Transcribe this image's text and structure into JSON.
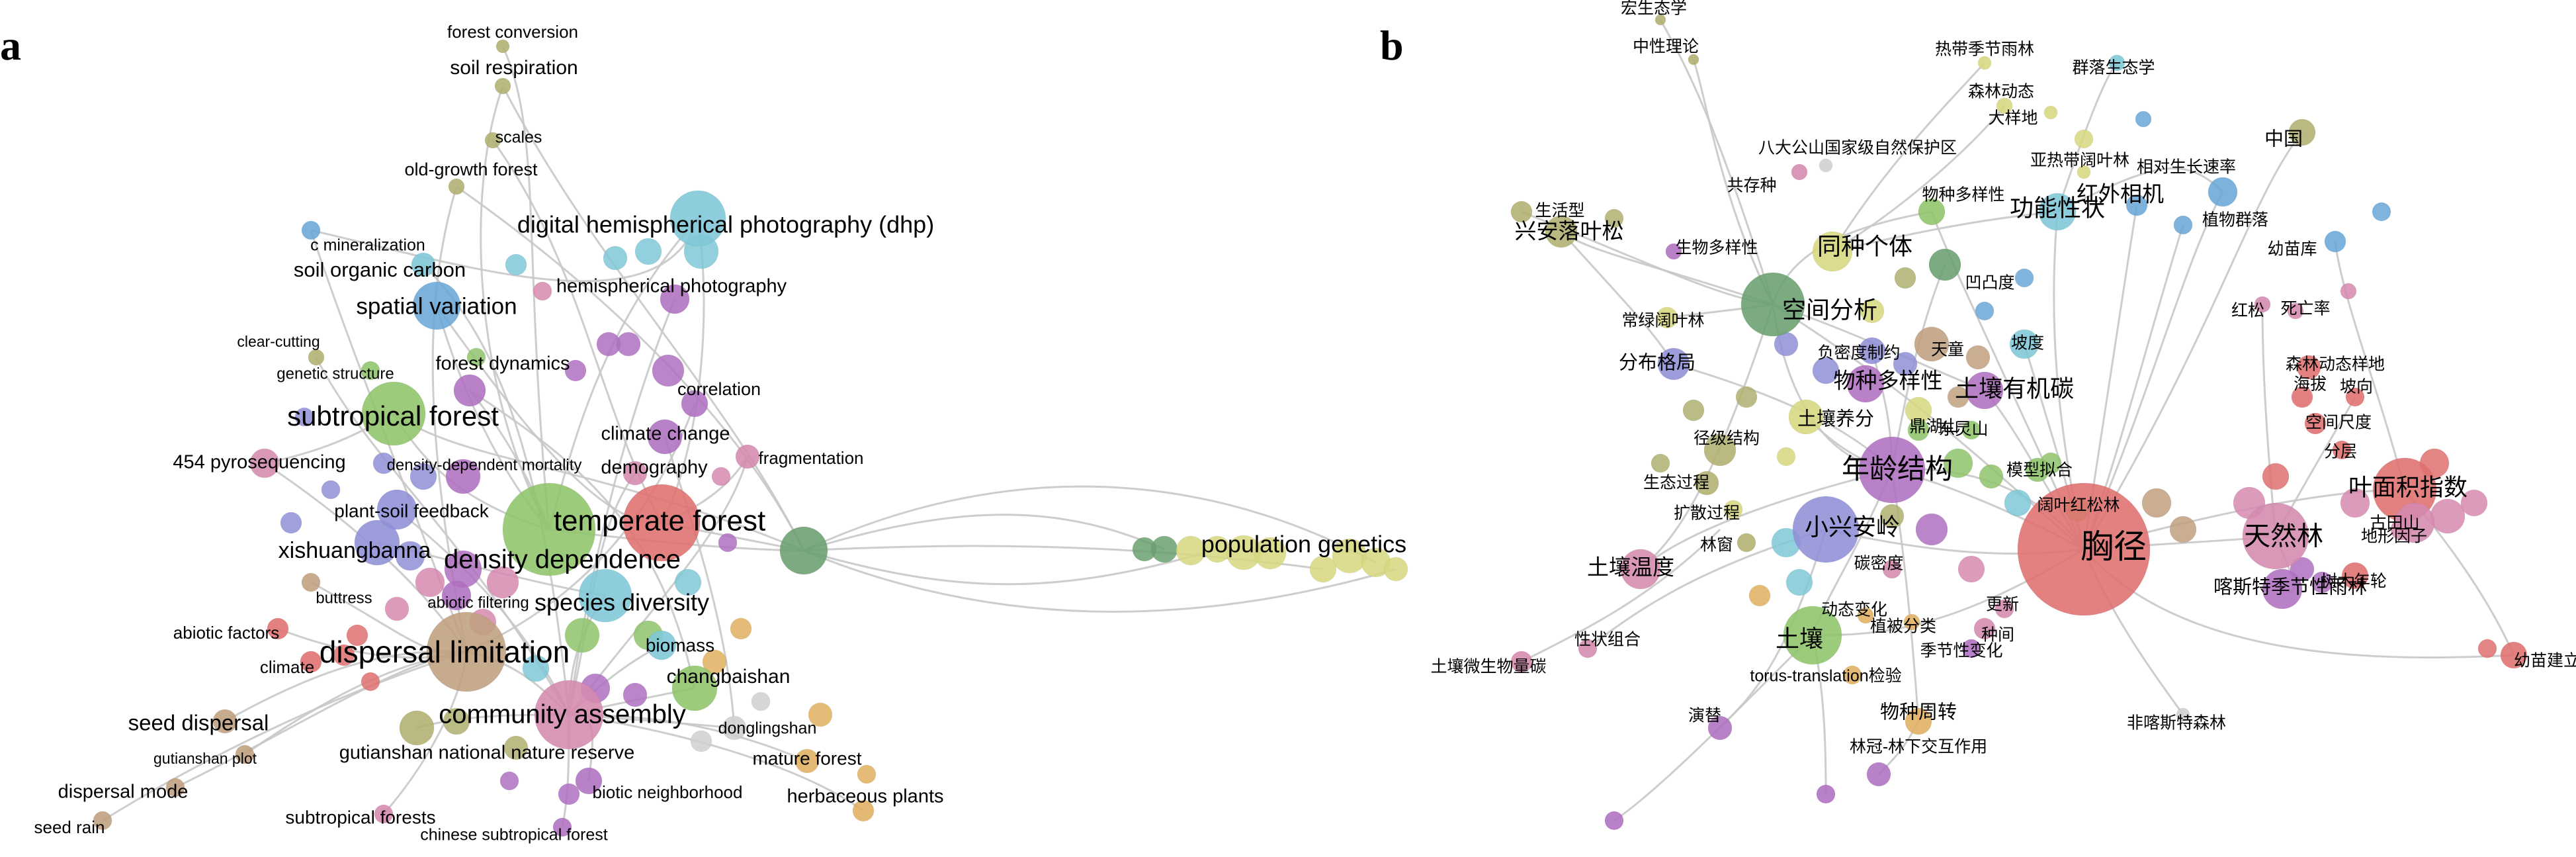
{
  "panels": [
    {
      "label": "a"
    },
    {
      "label": "b"
    }
  ],
  "colors": {
    "green": "#8fc46b",
    "blue": "#6aa8d8",
    "red": "#e07070",
    "purple": "#b070c0",
    "pink": "#d68ab0",
    "olive": "#b0b070",
    "cyan": "#7fc8d8",
    "yellow": "#d8d880",
    "orange": "#e0b060",
    "brown": "#c0a080",
    "lavender": "#9090d8",
    "gray": "#d0d0d0",
    "darkgreen": "#6aa070",
    "edge": "#c8c8c8"
  },
  "network_a": {
    "labels": [
      "forest conversion",
      "soil respiration",
      "scales",
      "old-growth forest",
      "digital hemispherical photography (dhp)",
      "c mineralization",
      "soil organic carbon",
      "hemispherical photography",
      "spatial variation",
      "clear-cutting",
      "forest dynamics",
      "genetic structure",
      "correlation",
      "subtropical forest",
      "climate change",
      "fragmentation",
      "454 pyrosequencing",
      "density-dependent mortality",
      "demography",
      "plant-soil feedback",
      "temperate forest",
      "population genetics",
      "xishuangbanna",
      "density dependence",
      "buttress",
      "abiotic filtering",
      "species diversity",
      "abiotic factors",
      "biomass",
      "dispersal limitation",
      "climate",
      "changbaishan",
      "community assembly",
      "seed dispersal",
      "donglingshan",
      "gutianshan plot",
      "gutianshan national nature reserve",
      "mature forest",
      "dispersal mode",
      "biotic neighborhood",
      "herbaceous plants",
      "subtropical forests",
      "seed rain",
      "chinese subtropical forest"
    ]
  },
  "network_b": {
    "labels": [
      "宏生态学",
      "中性理论",
      "热带季节雨林",
      "群落生态学",
      "森林动态",
      "大样地",
      "八大公山国家级自然保护区",
      "亚热带阔叶林",
      "中国",
      "共存种",
      "相对生长速率",
      "物种多样性",
      "功能性状",
      "红外相机",
      "植物群落",
      "生活型",
      "兴安落叶松",
      "生物多样性",
      "同种个体",
      "凹凸度",
      "幼苗库",
      "红松",
      "死亡率",
      "常绿阔叶林",
      "空间分析",
      "负密度制约",
      "天童",
      "坡度",
      "森林动态样地",
      "分布格局",
      "物种多样性",
      "土壤有机碳",
      "海拔",
      "坡向",
      "空间尺度",
      "土壤养分",
      "分层",
      "鼎湖山",
      "东灵山",
      "径级结构",
      "年龄结构",
      "模型拟合",
      "生态过程",
      "叶面积指数",
      "扩散过程",
      "古田山",
      "林窗",
      "阔叶红松林",
      "小兴安岭",
      "天然林",
      "地形因子",
      "胸径",
      "碳密度",
      "土壤温度",
      "喀斯特季节性雨林",
      "树木年轮",
      "土壤",
      "更新",
      "动态变化",
      "植被分类",
      "种间",
      "性状组合",
      "季节性变化",
      "土壤微生物量碳",
      "torus-translation检验",
      "幼苗建立",
      "演替",
      "物种周转",
      "非喀斯特森林",
      "林冠-林下交互作用"
    ]
  }
}
